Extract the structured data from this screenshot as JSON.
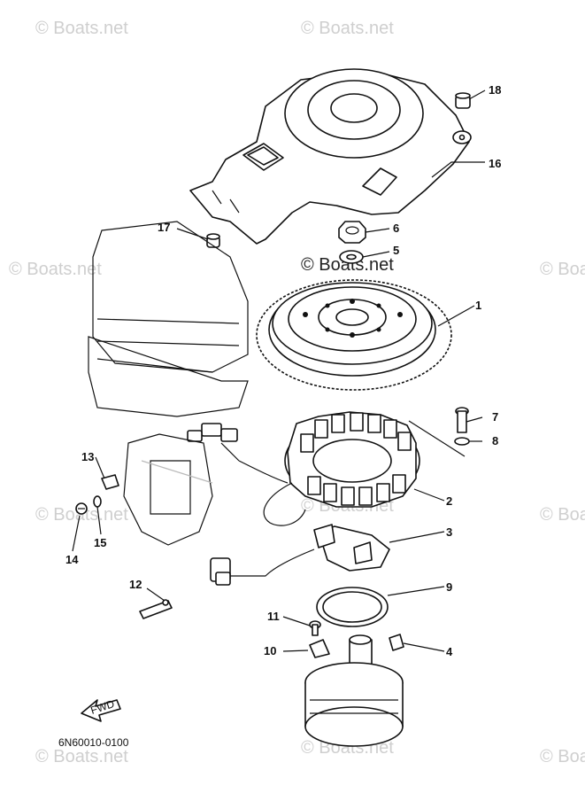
{
  "watermark": {
    "text": "© Boats.net",
    "center_text": "© Boats.net"
  },
  "diagram_code": "6N60010-0100",
  "fwd_label": "FWD",
  "callouts": [
    {
      "id": "1",
      "label": "1"
    },
    {
      "id": "2",
      "label": "2"
    },
    {
      "id": "3",
      "label": "3"
    },
    {
      "id": "4",
      "label": "4"
    },
    {
      "id": "5",
      "label": "5"
    },
    {
      "id": "6",
      "label": "6"
    },
    {
      "id": "7",
      "label": "7"
    },
    {
      "id": "8",
      "label": "8"
    },
    {
      "id": "9",
      "label": "9"
    },
    {
      "id": "10",
      "label": "10"
    },
    {
      "id": "11",
      "label": "11"
    },
    {
      "id": "12",
      "label": "12"
    },
    {
      "id": "13",
      "label": "13"
    },
    {
      "id": "14",
      "label": "14"
    },
    {
      "id": "15",
      "label": "15"
    },
    {
      "id": "16",
      "label": "16"
    },
    {
      "id": "17",
      "label": "17"
    },
    {
      "id": "18",
      "label": "18"
    }
  ]
}
